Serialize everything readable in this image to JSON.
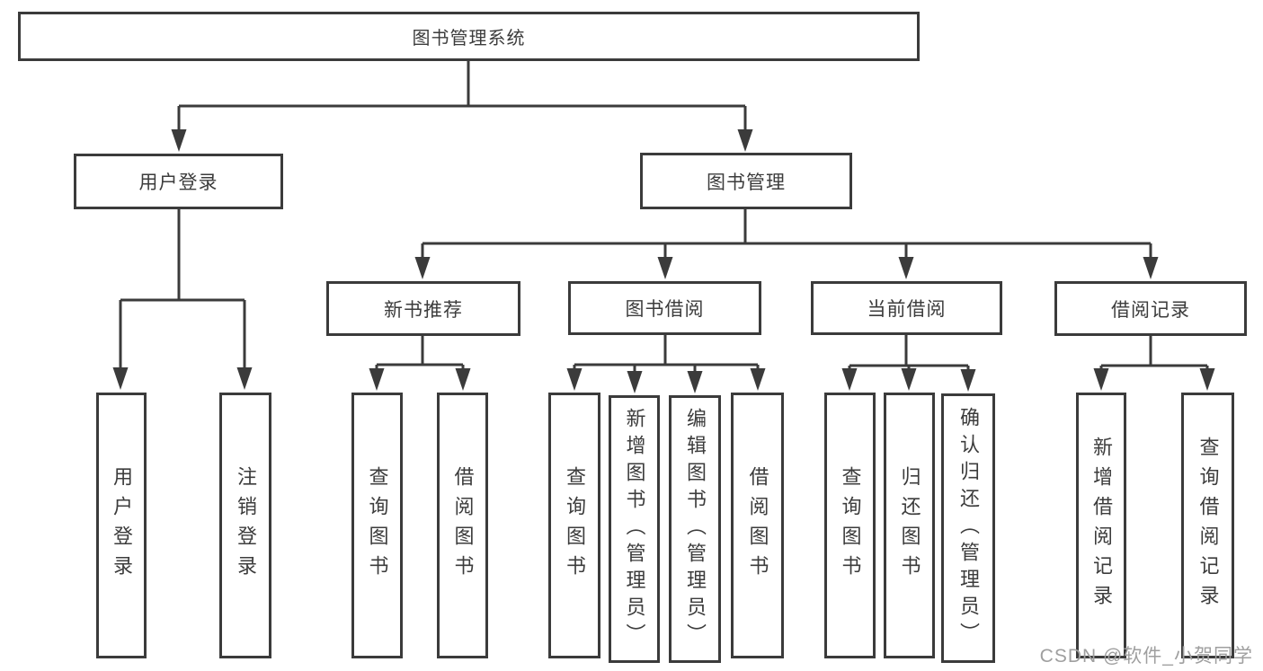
{
  "diagram_title": "图书管理系统",
  "tree": {
    "label": "图书管理系统",
    "children": [
      {
        "label": "用户登录",
        "children": [
          {
            "label": "用户登录"
          },
          {
            "label": "注销登录"
          }
        ]
      },
      {
        "label": "图书管理",
        "children": [
          {
            "label": "新书推荐",
            "children": [
              {
                "label": "查询图书"
              },
              {
                "label": "借阅图书"
              }
            ]
          },
          {
            "label": "图书借阅",
            "children": [
              {
                "label": "查询图书"
              },
              {
                "label": "新增图书（管理员）"
              },
              {
                "label": "编辑图书（管理员）"
              },
              {
                "label": "借阅图书"
              }
            ]
          },
          {
            "label": "当前借阅",
            "children": [
              {
                "label": "查询图书"
              },
              {
                "label": "归还图书"
              },
              {
                "label": "确认归还（管理员）"
              }
            ]
          },
          {
            "label": "借阅记录",
            "children": [
              {
                "label": "新增借阅记录"
              },
              {
                "label": "查询借阅记录"
              }
            ]
          }
        ]
      }
    ]
  },
  "colors": {
    "line": "#3b3b3b",
    "box_border": "#3b3b3b",
    "text": "#3c3c3c",
    "background": "#ffffff",
    "watermark": "#9f9f9f"
  },
  "watermark": "CSDN @软件_小贺同学"
}
